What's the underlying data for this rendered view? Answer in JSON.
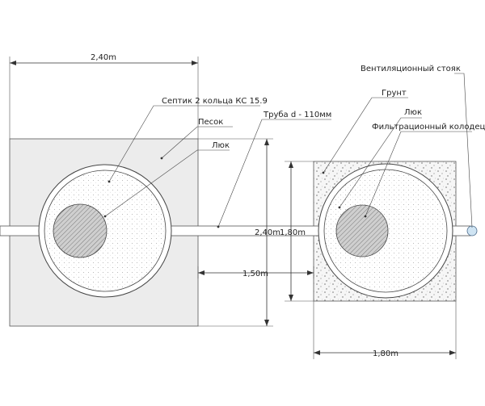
{
  "labels": {
    "septic": "Септик 2 кольца КС 15.9",
    "sand": "Песок",
    "hatch_left": "Люк",
    "pipe": "Труба d - 110мм",
    "soil": "Грунт",
    "hatch_right": "Люк",
    "filter_well": "Фильтрационный колодец",
    "vent": "Вентиляционный стояк"
  },
  "dimensions": {
    "left_width": "2,40m",
    "left_height": "2,40m",
    "gap": "1,50m",
    "right_height": "1,80m",
    "right_width": "1,80m"
  },
  "colors": {
    "sand_fill": "#ececec",
    "soil_fill": "#f4f4f4",
    "hatch_fill": "#d0d0d0",
    "ring_fill": "#f7f7f7",
    "stroke": "#333333",
    "vent_fill": "#cfe4f3"
  }
}
